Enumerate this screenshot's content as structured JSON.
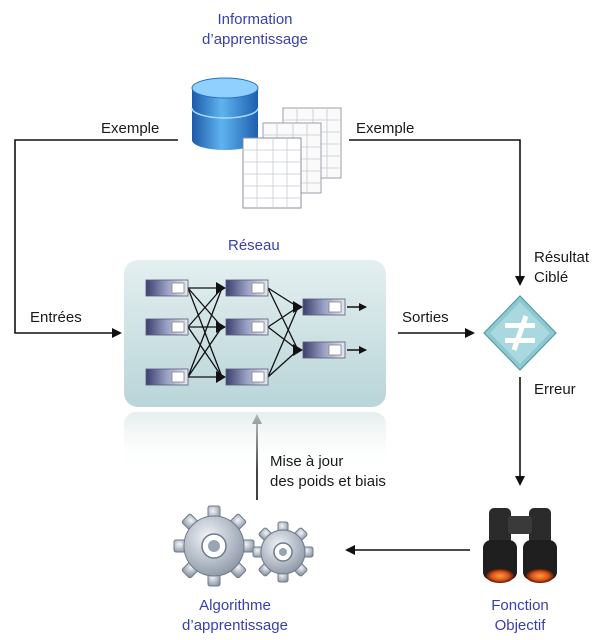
{
  "training_info": {
    "line1": "Information",
    "line2": "d’apprentissage"
  },
  "example_left": "Exemple",
  "example_right": "Exemple",
  "network_title": "Réseau",
  "inputs_label": "Entrées",
  "outputs_label": "Sorties",
  "target_result": {
    "line1": "Résultat",
    "line2": "Ciblé"
  },
  "error_label": "Erreur",
  "update_label": {
    "line1": "Mise à jour",
    "line2": "des poids et biais"
  },
  "learning_algorithm": {
    "line1": "Algorithme",
    "line2": "d’apprentissage"
  },
  "objective_function": {
    "line1": "Fonction",
    "line2": "Objectif"
  },
  "colors": {
    "title_blue": "#3a3fae",
    "network_panel": "#cfe3e5",
    "database_blue": "#2f7fcf",
    "comparator_teal": "#8cc8d0",
    "arrow": "#111111"
  },
  "icons": [
    "database-icon",
    "spreadsheet-icon",
    "comparator-icon",
    "binoculars-icon",
    "gears-icon",
    "neuron-node-icon"
  ]
}
